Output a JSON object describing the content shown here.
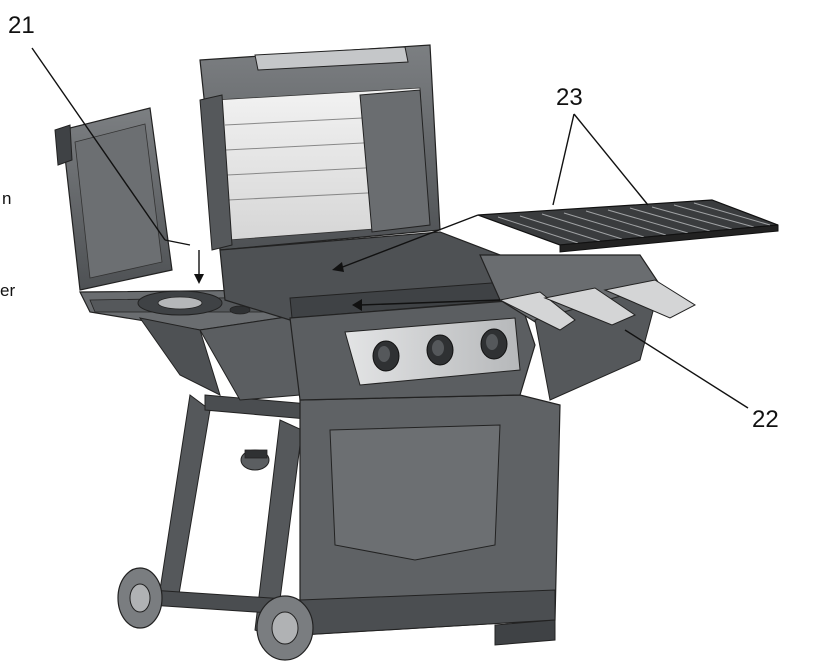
{
  "callouts": {
    "c21": "21",
    "c22": "22",
    "c23": "23"
  },
  "cut_text": {
    "line1": "n",
    "line2": "er"
  },
  "colors": {
    "body": "#5b5e61",
    "body_dark": "#3f4245",
    "body_light": "#8a8d90",
    "panel": "#c9cacc",
    "knob": "#2f3133",
    "line": "#111111"
  },
  "icons": {
    "knob": "knob-icon",
    "wheel": "wheel-icon"
  }
}
